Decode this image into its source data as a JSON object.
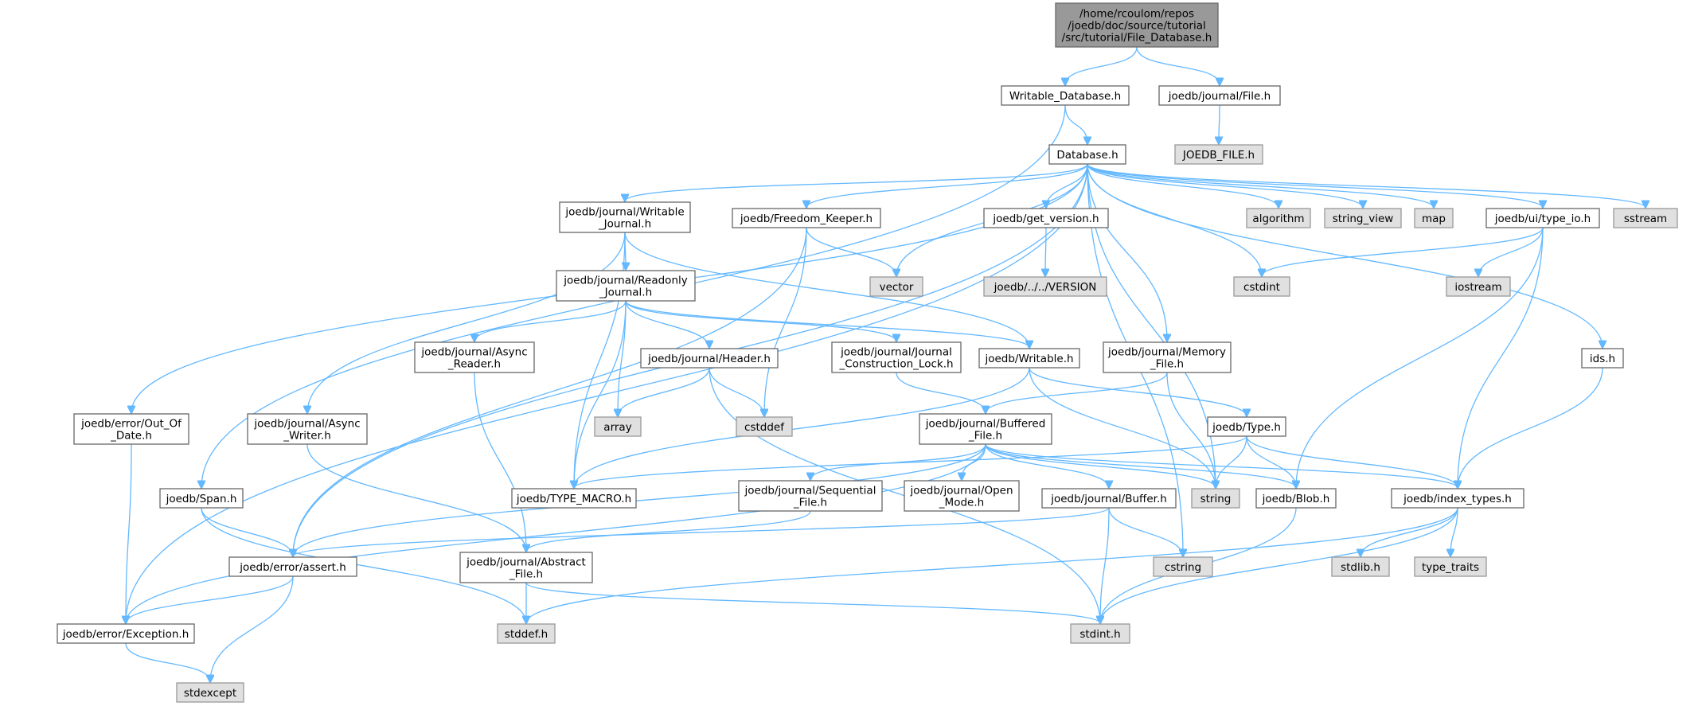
{
  "colors": {
    "edge": "#63b8ff",
    "root_fill": "#999999",
    "root_stroke": "#666666",
    "local_fill": "#ffffff",
    "local_stroke": "#666666",
    "system_fill": "#e0e0e0",
    "system_stroke": "#999999"
  },
  "nodes": [
    {
      "id": "root",
      "kind": "root",
      "lines": [
        "/home/rcoulom/repos",
        "/joedb/doc/source/tutorial",
        "/src/tutorial/File_Database.h"
      ]
    },
    {
      "id": "writable_database",
      "kind": "local",
      "lines": [
        "Writable_Database.h"
      ]
    },
    {
      "id": "journal_file",
      "kind": "local",
      "lines": [
        "joedb/journal/File.h"
      ]
    },
    {
      "id": "joedb_file_h",
      "kind": "system",
      "lines": [
        "JOEDB_FILE.h"
      ]
    },
    {
      "id": "database",
      "kind": "local",
      "lines": [
        "Database.h"
      ]
    },
    {
      "id": "writable_journal",
      "kind": "local",
      "lines": [
        "joedb/journal/Writable",
        "_Journal.h"
      ]
    },
    {
      "id": "freedom_keeper",
      "kind": "local",
      "lines": [
        "joedb/Freedom_Keeper.h"
      ]
    },
    {
      "id": "get_version",
      "kind": "local",
      "lines": [
        "joedb/get_version.h"
      ]
    },
    {
      "id": "algorithm",
      "kind": "system",
      "lines": [
        "algorithm"
      ]
    },
    {
      "id": "string_view",
      "kind": "system",
      "lines": [
        "string_view"
      ]
    },
    {
      "id": "map",
      "kind": "system",
      "lines": [
        "map"
      ]
    },
    {
      "id": "type_io",
      "kind": "local",
      "lines": [
        "joedb/ui/type_io.h"
      ]
    },
    {
      "id": "sstream",
      "kind": "system",
      "lines": [
        "sstream"
      ]
    },
    {
      "id": "readonly_journal",
      "kind": "local",
      "lines": [
        "joedb/journal/Readonly",
        "_Journal.h"
      ]
    },
    {
      "id": "vector",
      "kind": "system",
      "lines": [
        "vector"
      ]
    },
    {
      "id": "version",
      "kind": "system",
      "lines": [
        "joedb/../../VERSION"
      ]
    },
    {
      "id": "cstdint",
      "kind": "system",
      "lines": [
        "cstdint"
      ]
    },
    {
      "id": "iostream",
      "kind": "system",
      "lines": [
        "iostream"
      ]
    },
    {
      "id": "async_reader",
      "kind": "local",
      "lines": [
        "joedb/journal/Async",
        "_Reader.h"
      ]
    },
    {
      "id": "header",
      "kind": "local",
      "lines": [
        "joedb/journal/Header.h"
      ]
    },
    {
      "id": "construction_lock",
      "kind": "local",
      "lines": [
        "joedb/journal/Journal",
        "_Construction_Lock.h"
      ]
    },
    {
      "id": "writable",
      "kind": "local",
      "lines": [
        "joedb/Writable.h"
      ]
    },
    {
      "id": "memory_file",
      "kind": "local",
      "lines": [
        "joedb/journal/Memory",
        "_File.h"
      ]
    },
    {
      "id": "ids",
      "kind": "local",
      "lines": [
        "ids.h"
      ]
    },
    {
      "id": "out_of_date",
      "kind": "local",
      "lines": [
        "joedb/error/Out_Of",
        "_Date.h"
      ]
    },
    {
      "id": "async_writer",
      "kind": "local",
      "lines": [
        "joedb/journal/Async",
        "_Writer.h"
      ]
    },
    {
      "id": "array",
      "kind": "system",
      "lines": [
        "array"
      ]
    },
    {
      "id": "cstddef",
      "kind": "system",
      "lines": [
        "cstddef"
      ]
    },
    {
      "id": "buffered_file",
      "kind": "local",
      "lines": [
        "joedb/journal/Buffered",
        "_File.h"
      ]
    },
    {
      "id": "type_h",
      "kind": "local",
      "lines": [
        "joedb/Type.h"
      ]
    },
    {
      "id": "span",
      "kind": "local",
      "lines": [
        "joedb/Span.h"
      ]
    },
    {
      "id": "type_macro",
      "kind": "local",
      "lines": [
        "joedb/TYPE_MACRO.h"
      ]
    },
    {
      "id": "sequential_file",
      "kind": "local",
      "lines": [
        "joedb/journal/Sequential",
        "_File.h"
      ]
    },
    {
      "id": "open_mode",
      "kind": "local",
      "lines": [
        "joedb/journal/Open",
        "_Mode.h"
      ]
    },
    {
      "id": "buffer",
      "kind": "local",
      "lines": [
        "joedb/journal/Buffer.h"
      ]
    },
    {
      "id": "string",
      "kind": "system",
      "lines": [
        "string"
      ]
    },
    {
      "id": "blob",
      "kind": "local",
      "lines": [
        "joedb/Blob.h"
      ]
    },
    {
      "id": "index_types",
      "kind": "local",
      "lines": [
        "joedb/index_types.h"
      ]
    },
    {
      "id": "assert",
      "kind": "local",
      "lines": [
        "joedb/error/assert.h"
      ]
    },
    {
      "id": "abstract_file",
      "kind": "local",
      "lines": [
        "joedb/journal/Abstract",
        "_File.h"
      ]
    },
    {
      "id": "cstring",
      "kind": "system",
      "lines": [
        "cstring"
      ]
    },
    {
      "id": "stdlib",
      "kind": "system",
      "lines": [
        "stdlib.h"
      ]
    },
    {
      "id": "type_traits",
      "kind": "system",
      "lines": [
        "type_traits"
      ]
    },
    {
      "id": "exception",
      "kind": "local",
      "lines": [
        "joedb/error/Exception.h"
      ]
    },
    {
      "id": "stddef",
      "kind": "system",
      "lines": [
        "stddef.h"
      ]
    },
    {
      "id": "stdint",
      "kind": "system",
      "lines": [
        "stdint.h"
      ]
    },
    {
      "id": "stdexcept",
      "kind": "system",
      "lines": [
        "stdexcept"
      ]
    }
  ],
  "edges": [
    [
      "root",
      "writable_database"
    ],
    [
      "root",
      "journal_file"
    ],
    [
      "journal_file",
      "joedb_file_h"
    ],
    [
      "writable_database",
      "database"
    ],
    [
      "writable_database",
      "span"
    ],
    [
      "database",
      "writable_journal"
    ],
    [
      "database",
      "freedom_keeper"
    ],
    [
      "database",
      "get_version"
    ],
    [
      "database",
      "algorithm"
    ],
    [
      "database",
      "string_view"
    ],
    [
      "database",
      "map"
    ],
    [
      "database",
      "type_io"
    ],
    [
      "database",
      "sstream"
    ],
    [
      "database",
      "vector"
    ],
    [
      "database",
      "cstdint"
    ],
    [
      "database",
      "memory_file"
    ],
    [
      "database",
      "ids"
    ],
    [
      "database",
      "out_of_date"
    ],
    [
      "database",
      "exception"
    ],
    [
      "database",
      "assert"
    ],
    [
      "database",
      "string"
    ],
    [
      "database",
      "cstring"
    ],
    [
      "writable_journal",
      "readonly_journal"
    ],
    [
      "writable_journal",
      "async_writer"
    ],
    [
      "writable_journal",
      "type_macro"
    ],
    [
      "writable_journal",
      "writable"
    ],
    [
      "freedom_keeper",
      "vector"
    ],
    [
      "freedom_keeper",
      "cstddef"
    ],
    [
      "freedom_keeper",
      "assert"
    ],
    [
      "get_version",
      "version"
    ],
    [
      "type_io",
      "cstdint"
    ],
    [
      "type_io",
      "iostream"
    ],
    [
      "type_io",
      "index_types"
    ],
    [
      "type_io",
      "blob"
    ],
    [
      "readonly_journal",
      "async_reader"
    ],
    [
      "readonly_journal",
      "header"
    ],
    [
      "readonly_journal",
      "construction_lock"
    ],
    [
      "readonly_journal",
      "writable"
    ],
    [
      "readonly_journal",
      "array"
    ],
    [
      "readonly_journal",
      "type_macro"
    ],
    [
      "header",
      "array"
    ],
    [
      "header",
      "cstddef"
    ],
    [
      "header",
      "stdint"
    ],
    [
      "construction_lock",
      "buffered_file"
    ],
    [
      "writable",
      "type_h"
    ],
    [
      "writable",
      "type_macro"
    ],
    [
      "writable",
      "string"
    ],
    [
      "memory_file",
      "buffered_file"
    ],
    [
      "memory_file",
      "string"
    ],
    [
      "ids",
      "index_types"
    ],
    [
      "out_of_date",
      "exception"
    ],
    [
      "async_writer",
      "abstract_file"
    ],
    [
      "async_reader",
      "abstract_file"
    ],
    [
      "buffered_file",
      "sequential_file"
    ],
    [
      "buffered_file",
      "open_mode"
    ],
    [
      "buffered_file",
      "buffer"
    ],
    [
      "buffered_file",
      "string"
    ],
    [
      "buffered_file",
      "blob"
    ],
    [
      "buffered_file",
      "index_types"
    ],
    [
      "buffered_file",
      "assert"
    ],
    [
      "buffered_file",
      "exception"
    ],
    [
      "type_h",
      "type_macro"
    ],
    [
      "type_h",
      "string"
    ],
    [
      "type_h",
      "blob"
    ],
    [
      "type_h",
      "index_types"
    ],
    [
      "span",
      "assert"
    ],
    [
      "span",
      "stddef"
    ],
    [
      "sequential_file",
      "abstract_file"
    ],
    [
      "buffer",
      "assert"
    ],
    [
      "buffer",
      "cstring"
    ],
    [
      "buffer",
      "stdint"
    ],
    [
      "blob",
      "stdint"
    ],
    [
      "index_types",
      "stdlib"
    ],
    [
      "index_types",
      "type_traits"
    ],
    [
      "index_types",
      "stdint"
    ],
    [
      "index_types",
      "stddef"
    ],
    [
      "assert",
      "exception"
    ],
    [
      "assert",
      "stdexcept"
    ],
    [
      "abstract_file",
      "stddef"
    ],
    [
      "abstract_file",
      "stdint"
    ],
    [
      "exception",
      "stdexcept"
    ]
  ]
}
